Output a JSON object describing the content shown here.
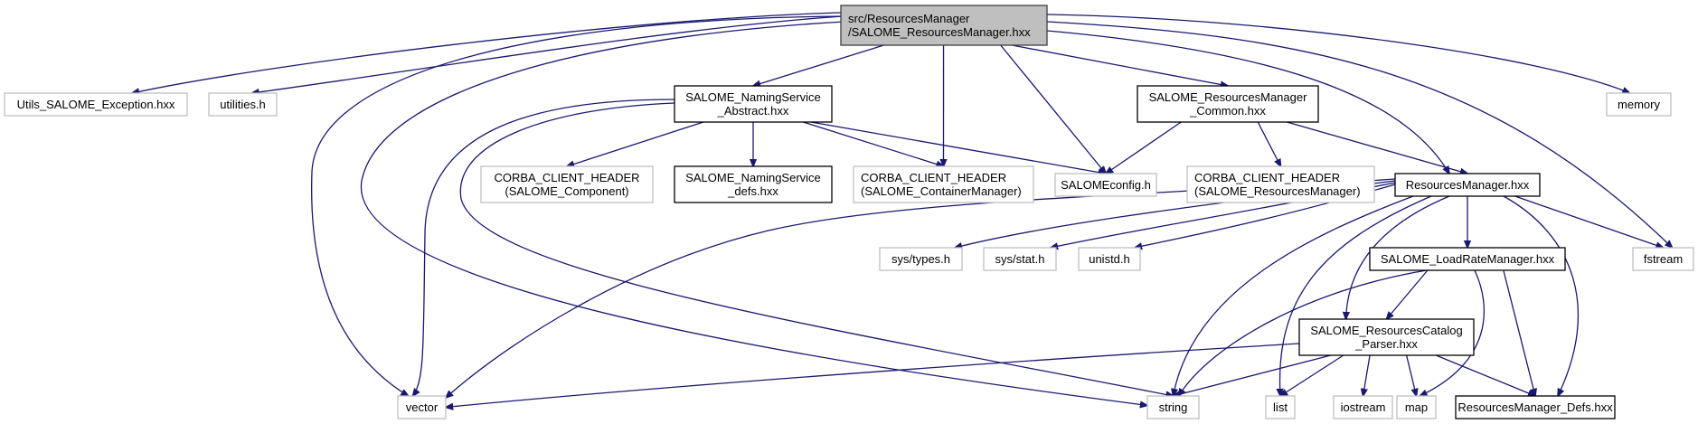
{
  "diagram": {
    "type": "include-dependency-graph",
    "colors": {
      "edge": "#191970",
      "root_fill": "#bfbfbf",
      "root_border": "#404040",
      "documented_border": "#000000",
      "external_border": "#bfbfbf"
    },
    "nodes": [
      {
        "id": "root",
        "kind": "root",
        "lines": [
          "src/ResourcesManager",
          "/SALOME_ResourcesManager.hxx"
        ],
        "align": "left"
      },
      {
        "id": "utils_exc",
        "kind": "ext",
        "lines": [
          "Utils_SALOME_Exception.hxx"
        ]
      },
      {
        "id": "utilities",
        "kind": "ext",
        "lines": [
          "utilities.h"
        ]
      },
      {
        "id": "ns_abstract",
        "kind": "doc",
        "lines": [
          "SALOME_NamingService",
          "_Abstract.hxx"
        ]
      },
      {
        "id": "rm_common",
        "kind": "doc",
        "lines": [
          "SALOME_ResourcesManager",
          "_Common.hxx"
        ]
      },
      {
        "id": "memory",
        "kind": "ext",
        "lines": [
          "memory"
        ]
      },
      {
        "id": "corba_component",
        "kind": "ext",
        "lines": [
          "CORBA_CLIENT_HEADER",
          "(SALOME_Component)"
        ]
      },
      {
        "id": "ns_defs",
        "kind": "doc",
        "lines": [
          "SALOME_NamingService",
          "_defs.hxx"
        ]
      },
      {
        "id": "corba_container",
        "kind": "ext",
        "lines": [
          "CORBA_CLIENT_HEADER",
          "(SALOME_ContainerManager)"
        ],
        "align": "left"
      },
      {
        "id": "salomeconfig",
        "kind": "ext",
        "lines": [
          "SALOMEconfig.h"
        ]
      },
      {
        "id": "corba_resources",
        "kind": "ext",
        "lines": [
          "CORBA_CLIENT_HEADER",
          "(SALOME_ResourcesManager)"
        ],
        "align": "left"
      },
      {
        "id": "resources_manager",
        "kind": "doc",
        "lines": [
          "ResourcesManager.hxx"
        ]
      },
      {
        "id": "sys_types",
        "kind": "ext",
        "lines": [
          "sys/types.h"
        ]
      },
      {
        "id": "sys_stat",
        "kind": "ext",
        "lines": [
          "sys/stat.h"
        ]
      },
      {
        "id": "unistd",
        "kind": "ext",
        "lines": [
          "unistd.h"
        ]
      },
      {
        "id": "load_rate",
        "kind": "doc",
        "lines": [
          "SALOME_LoadRateManager.hxx"
        ]
      },
      {
        "id": "fstream",
        "kind": "ext",
        "lines": [
          "fstream"
        ]
      },
      {
        "id": "catalog_parser",
        "kind": "doc",
        "lines": [
          "SALOME_ResourcesCatalog",
          "_Parser.hxx"
        ]
      },
      {
        "id": "vector",
        "kind": "ext",
        "lines": [
          "vector"
        ]
      },
      {
        "id": "string",
        "kind": "ext",
        "lines": [
          "string"
        ]
      },
      {
        "id": "list",
        "kind": "ext",
        "lines": [
          "list"
        ]
      },
      {
        "id": "iostream",
        "kind": "ext",
        "lines": [
          "iostream"
        ]
      },
      {
        "id": "map",
        "kind": "ext",
        "lines": [
          "map"
        ]
      },
      {
        "id": "rm_defs",
        "kind": "doc",
        "lines": [
          "ResourcesManager_Defs.hxx"
        ]
      }
    ],
    "edges": [
      [
        "root",
        "utils_exc"
      ],
      [
        "root",
        "utilities"
      ],
      [
        "root",
        "ns_abstract"
      ],
      [
        "root",
        "corba_container"
      ],
      [
        "root",
        "salomeconfig"
      ],
      [
        "root",
        "rm_common"
      ],
      [
        "root",
        "resources_manager"
      ],
      [
        "root",
        "memory"
      ],
      [
        "root",
        "fstream"
      ],
      [
        "root",
        "vector"
      ],
      [
        "root",
        "string"
      ],
      [
        "ns_abstract",
        "corba_component"
      ],
      [
        "ns_abstract",
        "ns_defs"
      ],
      [
        "ns_abstract",
        "corba_container"
      ],
      [
        "ns_abstract",
        "salomeconfig"
      ],
      [
        "ns_abstract",
        "vector"
      ],
      [
        "ns_abstract",
        "string"
      ],
      [
        "rm_common",
        "salomeconfig"
      ],
      [
        "rm_common",
        "corba_resources"
      ],
      [
        "rm_common",
        "resources_manager"
      ],
      [
        "resources_manager",
        "sys_types"
      ],
      [
        "resources_manager",
        "sys_stat"
      ],
      [
        "resources_manager",
        "unistd"
      ],
      [
        "resources_manager",
        "load_rate"
      ],
      [
        "resources_manager",
        "fstream"
      ],
      [
        "resources_manager",
        "vector"
      ],
      [
        "resources_manager",
        "string"
      ],
      [
        "resources_manager",
        "list"
      ],
      [
        "resources_manager",
        "catalog_parser"
      ],
      [
        "resources_manager",
        "rm_defs"
      ],
      [
        "load_rate",
        "catalog_parser"
      ],
      [
        "load_rate",
        "string"
      ],
      [
        "load_rate",
        "map"
      ],
      [
        "load_rate",
        "rm_defs"
      ],
      [
        "catalog_parser",
        "vector"
      ],
      [
        "catalog_parser",
        "string"
      ],
      [
        "catalog_parser",
        "list"
      ],
      [
        "catalog_parser",
        "iostream"
      ],
      [
        "catalog_parser",
        "map"
      ],
      [
        "catalog_parser",
        "rm_defs"
      ]
    ]
  }
}
